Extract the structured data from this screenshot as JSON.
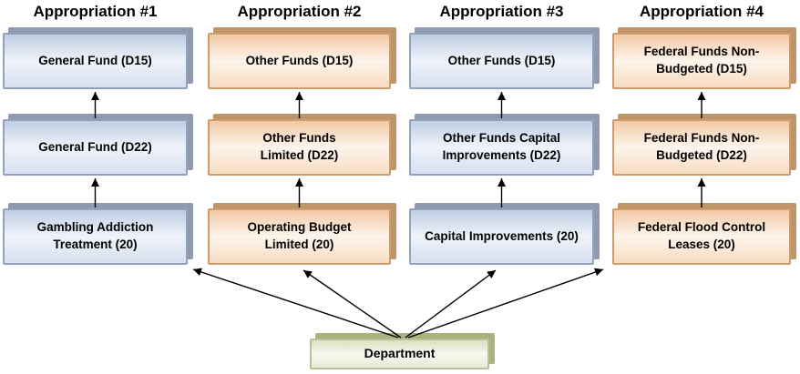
{
  "diagram": {
    "columns": [
      {
        "header": "Appropriation #1",
        "scheme": "blue",
        "boxes": [
          "General Fund (D15)",
          "General Fund (D22)",
          "Gambling Addiction\nTreatment (20)"
        ]
      },
      {
        "header": "Appropriation #2",
        "scheme": "orange",
        "boxes": [
          "Other Funds (D15)",
          "Other Funds\nLimited (D22)",
          "Operating Budget\nLimited (20)"
        ]
      },
      {
        "header": "Appropriation #3",
        "scheme": "blue",
        "boxes": [
          "Other Funds (D15)",
          "Other Funds Capital\nImprovements (D22)",
          "Capital Improvements (20)"
        ]
      },
      {
        "header": "Appropriation #4",
        "scheme": "orange",
        "boxes": [
          "Federal Funds Non-\nBudgeted (D15)",
          "Federal Funds Non-\nBudgeted (D22)",
          "Federal Flood Control\nLeases (20)"
        ]
      }
    ],
    "root": {
      "label": "Department",
      "scheme": "green"
    },
    "connections": {
      "within_columns": "each lower box points up to the box above it",
      "from_root": "Department points up to the bottom box of each of the 4 columns"
    },
    "colors": {
      "blue_fill_top": "#bfcde3",
      "blue_fill_mid": "#eff3fa",
      "blue_fill_bottom": "#d6e0ef",
      "blue_border": "#92a1bc",
      "blue_shadow": "#8d9ab0",
      "orange_fill_top": "#f2c9a4",
      "orange_fill_mid": "#fdf4ec",
      "orange_fill_bottom": "#f8dcc2",
      "orange_border": "#cf9c6e",
      "orange_shadow": "#bf9468",
      "green_fill_top": "#d8dfc1",
      "green_fill_mid": "#f7f8f0",
      "green_fill_bottom": "#e5ebd4",
      "green_border": "#b7c19e",
      "green_shadow": "#a9b37d",
      "arrow": "#000000",
      "text": "#000000",
      "background": "#ffffff"
    }
  }
}
